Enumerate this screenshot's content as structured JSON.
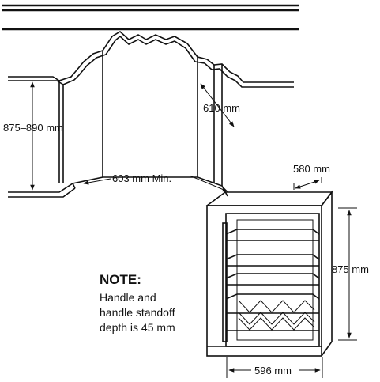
{
  "dimensions": {
    "counter_height": "875–890 mm",
    "cabinet_depth": "610 mm",
    "opening_width": "603 mm Min.",
    "unit_depth": "580 mm",
    "unit_height": "875 mm",
    "unit_width": "596 mm"
  },
  "note": {
    "title": "NOTE:",
    "lines": [
      "Handle and",
      "handle standoff",
      "depth is 45 mm"
    ]
  }
}
